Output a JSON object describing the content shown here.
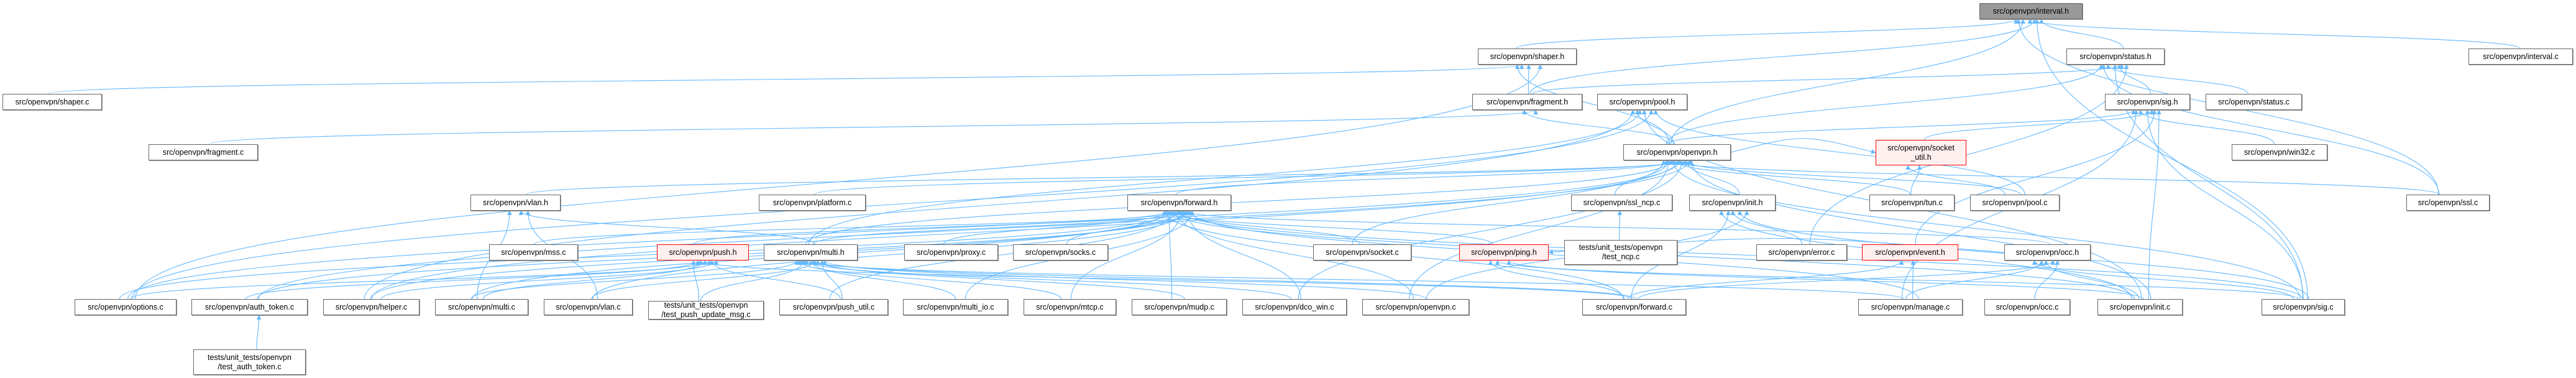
{
  "graph": {
    "colors": {
      "edge": "#63b8ff",
      "node_border": "#666666",
      "highlight_border": "#ff0000",
      "highlight_fill": "#fff0f0",
      "root_fill": "#999999"
    },
    "nodes": [
      {
        "id": "interval_h",
        "label": "src/openvpn/interval.h",
        "kind": "root"
      },
      {
        "id": "shaper_h",
        "label": "src/openvpn/shaper.h",
        "kind": "normal"
      },
      {
        "id": "status_h",
        "label": "src/openvpn/status.h",
        "kind": "normal"
      },
      {
        "id": "interval_c",
        "label": "src/openvpn/interval.c",
        "kind": "normal"
      },
      {
        "id": "shaper_c",
        "label": "src/openvpn/shaper.c",
        "kind": "normal"
      },
      {
        "id": "fragment_h",
        "label": "src/openvpn/fragment.h",
        "kind": "normal"
      },
      {
        "id": "pool_h",
        "label": "src/openvpn/pool.h",
        "kind": "normal"
      },
      {
        "id": "sig_h",
        "label": "src/openvpn/sig.h",
        "kind": "normal"
      },
      {
        "id": "status_c",
        "label": "src/openvpn/status.c",
        "kind": "normal"
      },
      {
        "id": "fragment_c",
        "label": "src/openvpn/fragment.c",
        "kind": "normal"
      },
      {
        "id": "openvpn_h",
        "label": "src/openvpn/openvpn.h",
        "kind": "normal"
      },
      {
        "id": "socket_util_h",
        "label": "src/openvpn/socket\n_util.h",
        "kind": "red"
      },
      {
        "id": "win32_c",
        "label": "src/openvpn/win32.c",
        "kind": "normal"
      },
      {
        "id": "vlan_h",
        "label": "src/openvpn/vlan.h",
        "kind": "normal"
      },
      {
        "id": "platform_c",
        "label": "src/openvpn/platform.c",
        "kind": "normal"
      },
      {
        "id": "forward_h",
        "label": "src/openvpn/forward.h",
        "kind": "normal"
      },
      {
        "id": "ssl_ncp_c",
        "label": "src/openvpn/ssl_ncp.c",
        "kind": "normal"
      },
      {
        "id": "init_h",
        "label": "src/openvpn/init.h",
        "kind": "normal"
      },
      {
        "id": "tun_c",
        "label": "src/openvpn/tun.c",
        "kind": "normal"
      },
      {
        "id": "pool_c",
        "label": "src/openvpn/pool.c",
        "kind": "normal"
      },
      {
        "id": "ssl_c",
        "label": "src/openvpn/ssl.c",
        "kind": "normal"
      },
      {
        "id": "mss_c",
        "label": "src/openvpn/mss.c",
        "kind": "normal"
      },
      {
        "id": "push_h",
        "label": "src/openvpn/push.h",
        "kind": "red"
      },
      {
        "id": "multi_h",
        "label": "src/openvpn/multi.h",
        "kind": "normal"
      },
      {
        "id": "proxy_c",
        "label": "src/openvpn/proxy.c",
        "kind": "normal"
      },
      {
        "id": "socks_c",
        "label": "src/openvpn/socks.c",
        "kind": "normal"
      },
      {
        "id": "socket_c",
        "label": "src/openvpn/socket.c",
        "kind": "normal"
      },
      {
        "id": "ping_h",
        "label": "src/openvpn/ping.h",
        "kind": "red"
      },
      {
        "id": "test_ncp_c",
        "label": "tests/unit_tests/openvpn\n/test_ncp.c",
        "kind": "normal"
      },
      {
        "id": "error_c",
        "label": "src/openvpn/error.c",
        "kind": "normal"
      },
      {
        "id": "event_h",
        "label": "src/openvpn/event.h",
        "kind": "red"
      },
      {
        "id": "occ_h",
        "label": "src/openvpn/occ.h",
        "kind": "normal"
      },
      {
        "id": "options_c",
        "label": "src/openvpn/options.c",
        "kind": "normal"
      },
      {
        "id": "auth_token_c",
        "label": "src/openvpn/auth_token.c",
        "kind": "normal"
      },
      {
        "id": "helper_c",
        "label": "src/openvpn/helper.c",
        "kind": "normal"
      },
      {
        "id": "multi_c",
        "label": "src/openvpn/multi.c",
        "kind": "normal"
      },
      {
        "id": "vlan_c",
        "label": "src/openvpn/vlan.c",
        "kind": "normal"
      },
      {
        "id": "test_push_update_msg_c",
        "label": "tests/unit_tests/openvpn\n/test_push_update_msg.c",
        "kind": "normal"
      },
      {
        "id": "push_util_c",
        "label": "src/openvpn/push_util.c",
        "kind": "normal"
      },
      {
        "id": "multi_io_c",
        "label": "src/openvpn/multi_io.c",
        "kind": "normal"
      },
      {
        "id": "mtcp_c",
        "label": "src/openvpn/mtcp.c",
        "kind": "normal"
      },
      {
        "id": "mudp_c",
        "label": "src/openvpn/mudp.c",
        "kind": "normal"
      },
      {
        "id": "dco_win_c",
        "label": "src/openvpn/dco_win.c",
        "kind": "normal"
      },
      {
        "id": "openvpn_c",
        "label": "src/openvpn/openvpn.c",
        "kind": "normal"
      },
      {
        "id": "forward_c",
        "label": "src/openvpn/forward.c",
        "kind": "normal"
      },
      {
        "id": "manage_c",
        "label": "src/openvpn/manage.c",
        "kind": "normal"
      },
      {
        "id": "occ_c",
        "label": "src/openvpn/occ.c",
        "kind": "normal"
      },
      {
        "id": "init_c",
        "label": "src/openvpn/init.c",
        "kind": "normal"
      },
      {
        "id": "sig_c",
        "label": "src/openvpn/sig.c",
        "kind": "normal"
      },
      {
        "id": "test_auth_token_c",
        "label": "tests/unit_tests/openvpn\n/test_auth_token.c",
        "kind": "normal"
      }
    ],
    "edges": [
      [
        "shaper_h",
        "interval_h"
      ],
      [
        "fragment_h",
        "interval_h"
      ],
      [
        "openvpn_h",
        "interval_h"
      ],
      [
        "status_h",
        "interval_h"
      ],
      [
        "interval_c",
        "interval_h"
      ],
      [
        "ssl_c",
        "interval_h"
      ],
      [
        "sig_c",
        "interval_h"
      ],
      [
        "shaper_c",
        "shaper_h"
      ],
      [
        "options_c",
        "shaper_h"
      ],
      [
        "fragment_h",
        "shaper_h"
      ],
      [
        "openvpn_h",
        "shaper_h"
      ],
      [
        "fragment_c",
        "fragment_h"
      ],
      [
        "openvpn_h",
        "fragment_h"
      ],
      [
        "openvpn_h",
        "status_h"
      ],
      [
        "sig_h",
        "status_h"
      ],
      [
        "status_c",
        "status_h"
      ],
      [
        "error_c",
        "status_h"
      ],
      [
        "sig_c",
        "status_h"
      ],
      [
        "ssl_c",
        "status_h"
      ],
      [
        "fragment_h",
        "status_h"
      ],
      [
        "openvpn_h",
        "pool_h"
      ],
      [
        "pool_c",
        "pool_h"
      ],
      [
        "init_c",
        "pool_h"
      ],
      [
        "helper_c",
        "pool_h"
      ],
      [
        "options_c",
        "pool_h"
      ],
      [
        "multi_h",
        "pool_h"
      ],
      [
        "openvpn_h",
        "sig_h"
      ],
      [
        "socket_util_h",
        "sig_h"
      ],
      [
        "win32_c",
        "sig_h"
      ],
      [
        "init_c",
        "sig_h"
      ],
      [
        "sig_c",
        "sig_h"
      ],
      [
        "manage_c",
        "sig_h"
      ],
      [
        "event_h",
        "sig_h"
      ],
      [
        "forward_h",
        "openvpn_h"
      ],
      [
        "vlan_h",
        "openvpn_h"
      ],
      [
        "platform_c",
        "openvpn_h"
      ],
      [
        "ssl_ncp_c",
        "openvpn_h"
      ],
      [
        "init_h",
        "openvpn_h"
      ],
      [
        "tun_c",
        "openvpn_h"
      ],
      [
        "socket_c",
        "openvpn_h"
      ],
      [
        "dco_win_c",
        "openvpn_h"
      ],
      [
        "multi_h",
        "openvpn_h"
      ],
      [
        "auth_token_c",
        "openvpn_h"
      ],
      [
        "helper_c",
        "openvpn_h"
      ],
      [
        "ssl_c",
        "openvpn_h"
      ],
      [
        "pool_c",
        "openvpn_h"
      ],
      [
        "sig_c",
        "openvpn_h"
      ],
      [
        "init_c",
        "openvpn_h"
      ],
      [
        "options_c",
        "openvpn_h"
      ],
      [
        "openvpn_c",
        "openvpn_h"
      ],
      [
        "openvpn_h",
        "socket_util_h"
      ],
      [
        "tun_c",
        "socket_util_h"
      ],
      [
        "pool_c",
        "socket_util_h"
      ],
      [
        "multi_h",
        "vlan_h"
      ],
      [
        "multi_c",
        "vlan_h"
      ],
      [
        "vlan_c",
        "vlan_h"
      ],
      [
        "mss_c",
        "forward_h"
      ],
      [
        "proxy_c",
        "forward_h"
      ],
      [
        "socks_c",
        "forward_h"
      ],
      [
        "socket_c",
        "forward_h"
      ],
      [
        "ping_h",
        "forward_h"
      ],
      [
        "multi_h",
        "forward_h"
      ],
      [
        "options_c",
        "forward_h"
      ],
      [
        "auth_token_c",
        "forward_h"
      ],
      [
        "helper_c",
        "forward_h"
      ],
      [
        "multi_c",
        "forward_h"
      ],
      [
        "vlan_c",
        "forward_h"
      ],
      [
        "push_util_c",
        "forward_h"
      ],
      [
        "multi_io_c",
        "forward_h"
      ],
      [
        "mtcp_c",
        "forward_h"
      ],
      [
        "mudp_c",
        "forward_h"
      ],
      [
        "dco_win_c",
        "forward_h"
      ],
      [
        "openvpn_c",
        "forward_h"
      ],
      [
        "forward_c",
        "forward_h"
      ],
      [
        "occ_h",
        "forward_h"
      ],
      [
        "init_c",
        "forward_h"
      ],
      [
        "manage_c",
        "forward_h"
      ],
      [
        "sig_c",
        "forward_h"
      ],
      [
        "push_h",
        "forward_h"
      ],
      [
        "options_c",
        "push_h"
      ],
      [
        "auth_token_c",
        "push_h"
      ],
      [
        "helper_c",
        "push_h"
      ],
      [
        "multi_c",
        "push_h"
      ],
      [
        "test_push_update_msg_c",
        "push_h"
      ],
      [
        "push_util_c",
        "push_h"
      ],
      [
        "forward_c",
        "push_h"
      ],
      [
        "multi_c",
        "multi_h"
      ],
      [
        "vlan_c",
        "multi_h"
      ],
      [
        "test_push_update_msg_c",
        "multi_h"
      ],
      [
        "push_util_c",
        "multi_h"
      ],
      [
        "multi_io_c",
        "multi_h"
      ],
      [
        "mtcp_c",
        "multi_h"
      ],
      [
        "mudp_c",
        "multi_h"
      ],
      [
        "dco_win_c",
        "multi_h"
      ],
      [
        "openvpn_c",
        "multi_h"
      ],
      [
        "forward_c",
        "multi_h"
      ],
      [
        "manage_c",
        "multi_h"
      ],
      [
        "test_auth_token_c",
        "auth_token_c"
      ],
      [
        "test_ncp_c",
        "ssl_ncp_c"
      ],
      [
        "forward_c",
        "ping_h"
      ],
      [
        "init_c",
        "ping_h"
      ],
      [
        "sig_c",
        "ping_h"
      ],
      [
        "occ_h",
        "ping_h"
      ],
      [
        "error_c",
        "init_h"
      ],
      [
        "init_c",
        "init_h"
      ],
      [
        "sig_c",
        "init_h"
      ],
      [
        "forward_c",
        "init_h"
      ],
      [
        "openvpn_c",
        "init_h"
      ],
      [
        "manage_c",
        "event_h"
      ],
      [
        "forward_c",
        "event_h"
      ],
      [
        "occ_c",
        "occ_h"
      ],
      [
        "init_c",
        "occ_h"
      ],
      [
        "sig_c",
        "occ_h"
      ],
      [
        "forward_c",
        "occ_h"
      ],
      [
        "manage_c",
        "occ_h"
      ]
    ]
  }
}
